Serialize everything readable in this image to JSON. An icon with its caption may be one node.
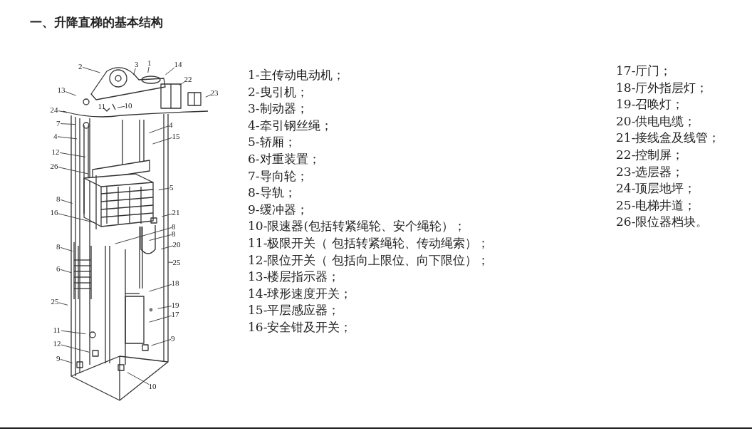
{
  "diagram": {
    "title": "一、升降直梯的基本结构",
    "nodes": [
      {
        "text": [
          "2"
        ]
      },
      {
        "text": [
          "3"
        ]
      },
      {
        "text": [
          "1"
        ]
      },
      {
        "text": [
          "14"
        ]
      },
      {
        "text": [
          "22"
        ]
      },
      {
        "text": [
          "13"
        ]
      },
      {
        "text": [
          "23"
        ]
      },
      {
        "text": [
          "10"
        ]
      },
      {
        "text": [
          "24"
        ]
      },
      {
        "text": [
          "7"
        ]
      },
      {
        "text": [
          "4"
        ]
      },
      {
        "text": [
          "4"
        ]
      },
      {
        "text": [
          "15"
        ]
      },
      {
        "text": [
          "12"
        ]
      },
      {
        "text": [
          "26"
        ]
      },
      {
        "text": [
          "5"
        ]
      },
      {
        "text": [
          "8"
        ]
      },
      {
        "text": [
          "16"
        ]
      },
      {
        "text": [
          "21"
        ]
      },
      {
        "text": [
          "8"
        ]
      },
      {
        "text": [
          "8"
        ]
      },
      {
        "text": [
          "20"
        ]
      },
      {
        "text": [
          "8"
        ]
      },
      {
        "text": [
          "25"
        ]
      },
      {
        "text": [
          "6"
        ]
      },
      {
        "text": [
          "18"
        ]
      },
      {
        "text": [
          "25"
        ]
      },
      {
        "text": [
          "19"
        ]
      },
      {
        "text": [
          "17"
        ]
      },
      {
        "text": [
          "11"
        ]
      },
      {
        "text": [
          "9"
        ]
      },
      {
        "text": [
          "12"
        ]
      },
      {
        "text": [
          "9"
        ]
      },
      {
        "text": [
          "10"
        ]
      }
    ],
    "edges": [
      {
        "from": 0,
        "to": null,
        "arrow": "none"
      },
      {
        "from": 1,
        "to": null,
        "arrow": "none"
      },
      {
        "from": 2,
        "to": null,
        "arrow": "none"
      },
      {
        "from": 3,
        "to": null,
        "arrow": "none"
      },
      {
        "from": 4,
        "to": null,
        "arrow": "none"
      },
      {
        "from": 5,
        "to": null,
        "arrow": "none"
      },
      {
        "from": 6,
        "to": null,
        "arrow": "none"
      },
      {
        "from": 7,
        "to": null,
        "arrow": "none"
      },
      {
        "from": 8,
        "to": null,
        "arrow": "none"
      },
      {
        "from": 9,
        "to": null,
        "arrow": "none"
      },
      {
        "from": 10,
        "to": null,
        "arrow": "none"
      },
      {
        "from": 11,
        "to": null,
        "arrow": "none"
      },
      {
        "from": 12,
        "to": null,
        "arrow": "none"
      },
      {
        "from": 13,
        "to": null,
        "arrow": "none"
      },
      {
        "from": 14,
        "to": null,
        "arrow": "none"
      },
      {
        "from": 15,
        "to": null,
        "arrow": "none"
      },
      {
        "from": 16,
        "to": null,
        "arrow": "none"
      },
      {
        "from": 17,
        "to": null,
        "arrow": "none"
      },
      {
        "from": 18,
        "to": null,
        "arrow": "none"
      },
      {
        "from": 19,
        "to": null,
        "arrow": "none"
      },
      {
        "from": 20,
        "to": null,
        "arrow": "none"
      },
      {
        "from": 21,
        "to": null,
        "arrow": "none"
      },
      {
        "from": 22,
        "to": null,
        "arrow": "none"
      },
      {
        "from": 23,
        "to": null,
        "arrow": "none"
      },
      {
        "from": 24,
        "to": null,
        "arrow": "none"
      },
      {
        "from": 25,
        "to": null,
        "arrow": "none"
      },
      {
        "from": 26,
        "to": null,
        "arrow": "none"
      },
      {
        "from": 27,
        "to": null,
        "arrow": "none"
      },
      {
        "from": 28,
        "to": null,
        "arrow": "none"
      },
      {
        "from": 29,
        "to": null,
        "arrow": "none"
      },
      {
        "from": 30,
        "to": null,
        "arrow": "none"
      },
      {
        "from": 31,
        "to": null,
        "arrow": "none"
      },
      {
        "from": 32,
        "to": null,
        "arrow": "none"
      },
      {
        "from": 33,
        "to": null,
        "arrow": "none"
      }
    ],
    "labels": [
      "11",
      "1-主传动电动机；",
      "2-曳引机；",
      "3-制动器；",
      "4-牵引钢丝绳；",
      "5-轿厢；",
      "6-对重装置；",
      "7-导向轮；",
      "8-导轨；",
      "9-缓冲器；",
      "10-限速器(包括转紧绳轮、安个绳轮）；",
      "11-极限开关（ 包括转紧绳轮、传动绳索）；",
      "12-限位开关（ 包括向上限位、向下限位）；",
      "13-楼层指示器；",
      "14-球形速度开关；",
      "15-平层感应器；",
      "16-安全钳及开关；",
      "17-厅门；",
      "18-厅外指层灯；",
      "19-召唤灯；",
      "20-供电电缆；",
      "21-接线盒及线管；",
      "22-控制屏；",
      "23-选层器；",
      "24-顶层地坪；",
      "25-电梯井道；",
      "26-限位器档块。"
    ]
  }
}
